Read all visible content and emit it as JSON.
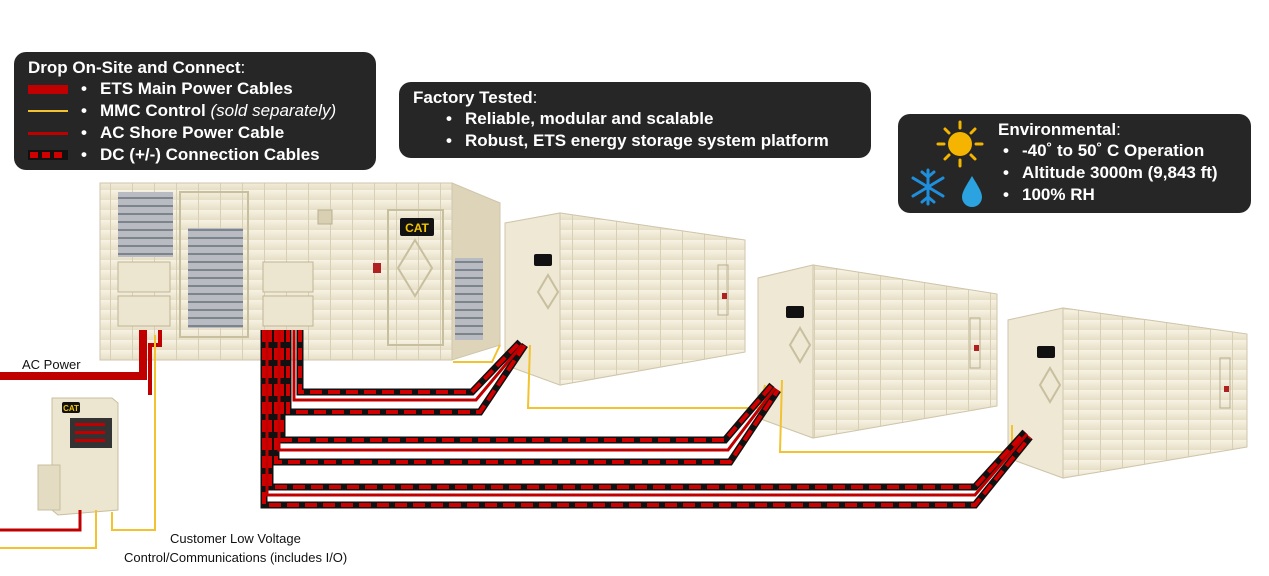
{
  "drop_box": {
    "title": "Drop On-Site and Connect",
    "title_suffix": ":",
    "items": [
      {
        "label": "ETS  Main Power Cables",
        "swatch": "main"
      },
      {
        "label": "MMC Control ",
        "note": "(sold separately)",
        "swatch": "mmc"
      },
      {
        "label": "AC Shore Power Cable",
        "swatch": "shore"
      },
      {
        "label": "DC (+/-) Connection Cables",
        "swatch": "dc"
      }
    ]
  },
  "factory_box": {
    "title": "Factory Tested",
    "title_suffix": ":",
    "items": [
      "Reliable, modular and scalable",
      "Robust, ETS energy storage system platform"
    ]
  },
  "env_box": {
    "title": "Environmental",
    "title_suffix": ":",
    "items": [
      "-40˚ to 50˚ C Operation",
      "Altitude 3000m (9,843 ft)",
      "100% RH"
    ],
    "icons": [
      "sun-icon",
      "snowflake-icon",
      "water-drop-icon"
    ]
  },
  "labels": {
    "ac_power": "AC Power",
    "customer_low_voltage": "Customer Low Voltage",
    "control_comms": "Control/Communications (includes I/O)"
  },
  "badges": {
    "cat": "CAT"
  },
  "colors": {
    "box_bg": "#262626",
    "main_cable": "#c00000",
    "mmc_cable": "#f2c230",
    "shore_cable": "#c00000",
    "dc_stripe_dark": "#111111",
    "dc_stripe_red": "#d00000",
    "container": "#f3eddb",
    "container_shadow": "#d9d1b8",
    "sun": "#f4b400",
    "snowflake": "#1f8fdc",
    "drop": "#2aa3e0"
  }
}
